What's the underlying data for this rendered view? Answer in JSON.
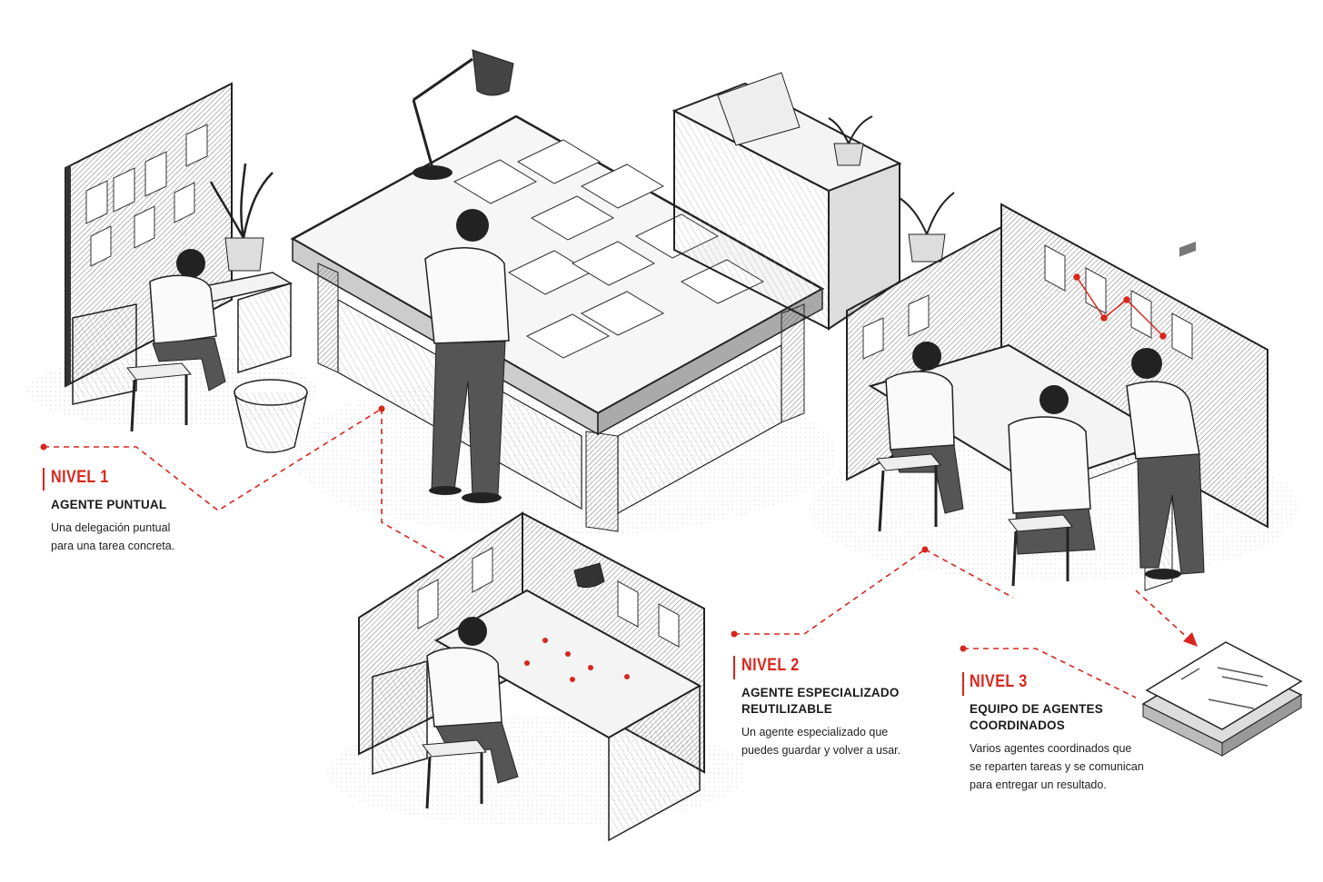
{
  "levels": [
    {
      "nivel": "NIVEL 1",
      "titulo": [
        "AGENTE PUNTUAL"
      ],
      "descripcion": [
        "Una delegación puntual",
        "para una tarea concreta."
      ]
    },
    {
      "nivel": "NIVEL 2",
      "titulo": [
        "AGENTE ESPECIALIZADO",
        "REUTILIZABLE"
      ],
      "descripcion": [
        "Un agente especializado que",
        "puedes guardar y volver a usar."
      ]
    },
    {
      "nivel": "NIVEL 3",
      "titulo": [
        "EQUIPO DE AGENTES",
        "COORDINADOS"
      ],
      "descripcion": [
        "Varios agentes coordinados que",
        "se reparten tareas y se comunican",
        "para entregar un resultado."
      ]
    }
  ],
  "colors": {
    "accent": "#d9261c",
    "ink": "#1a1a1a",
    "paper": "#ffffff"
  }
}
